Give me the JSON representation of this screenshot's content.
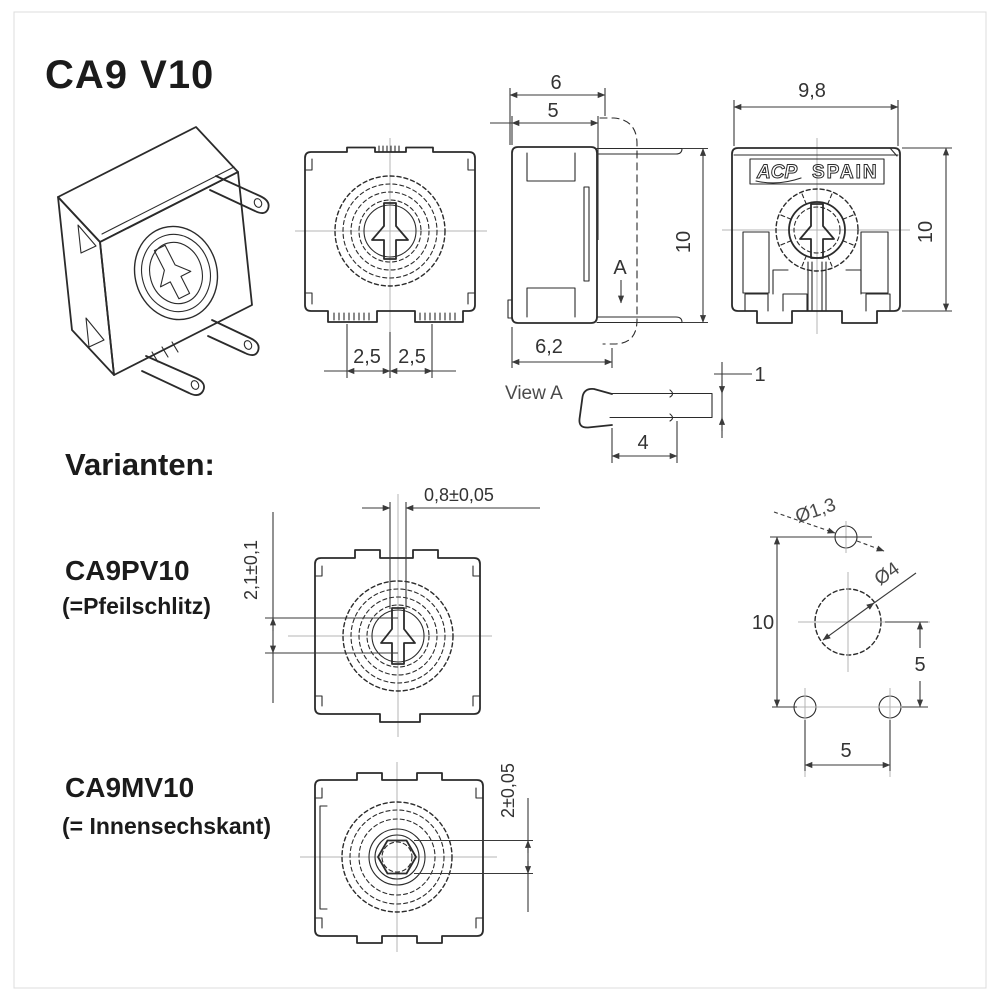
{
  "title": "CA9 V10",
  "headings": {
    "varianten": "Varianten:"
  },
  "variants": {
    "pv10": {
      "name": "CA9PV10",
      "subtitle": "(=Pfeilschlitz)"
    },
    "mv10": {
      "name": "CA9MV10",
      "subtitle": "(= Innensechskant)"
    }
  },
  "front_view": {
    "dim_pin_pitch_left": "2,5",
    "dim_pin_pitch_right": "2,5"
  },
  "side_view": {
    "dim_overall_depth": "6",
    "dim_body_depth": "5",
    "dim_height": "10",
    "dim_bottom_depth": "6,2",
    "view_label": "A"
  },
  "back_view": {
    "dim_width": "9,8",
    "dim_height": "10",
    "brand": "ACP",
    "brand_origin": "SPAIN"
  },
  "view_a": {
    "label": "View A",
    "dim_pin_width": "4",
    "dim_pin_thickness": "1"
  },
  "pv10_view": {
    "dim_slot_width": "0,8±0,05",
    "dim_slot_length": "2,1±0,1"
  },
  "mv10_view": {
    "dim_hex_width": "2±0,05"
  },
  "hole_pattern": {
    "dim_wiper_hole": "Ø1,3",
    "dim_rotor_hole": "Ø4",
    "dim_pitch_vertical": "10",
    "dim_pitch_right": "5",
    "dim_pitch_bottom": "5"
  },
  "colors": {
    "ink": "#2b2b2b",
    "dimension": "#3a3a3a",
    "centerline": "#b4b4b4",
    "background": "#ffffff"
  }
}
